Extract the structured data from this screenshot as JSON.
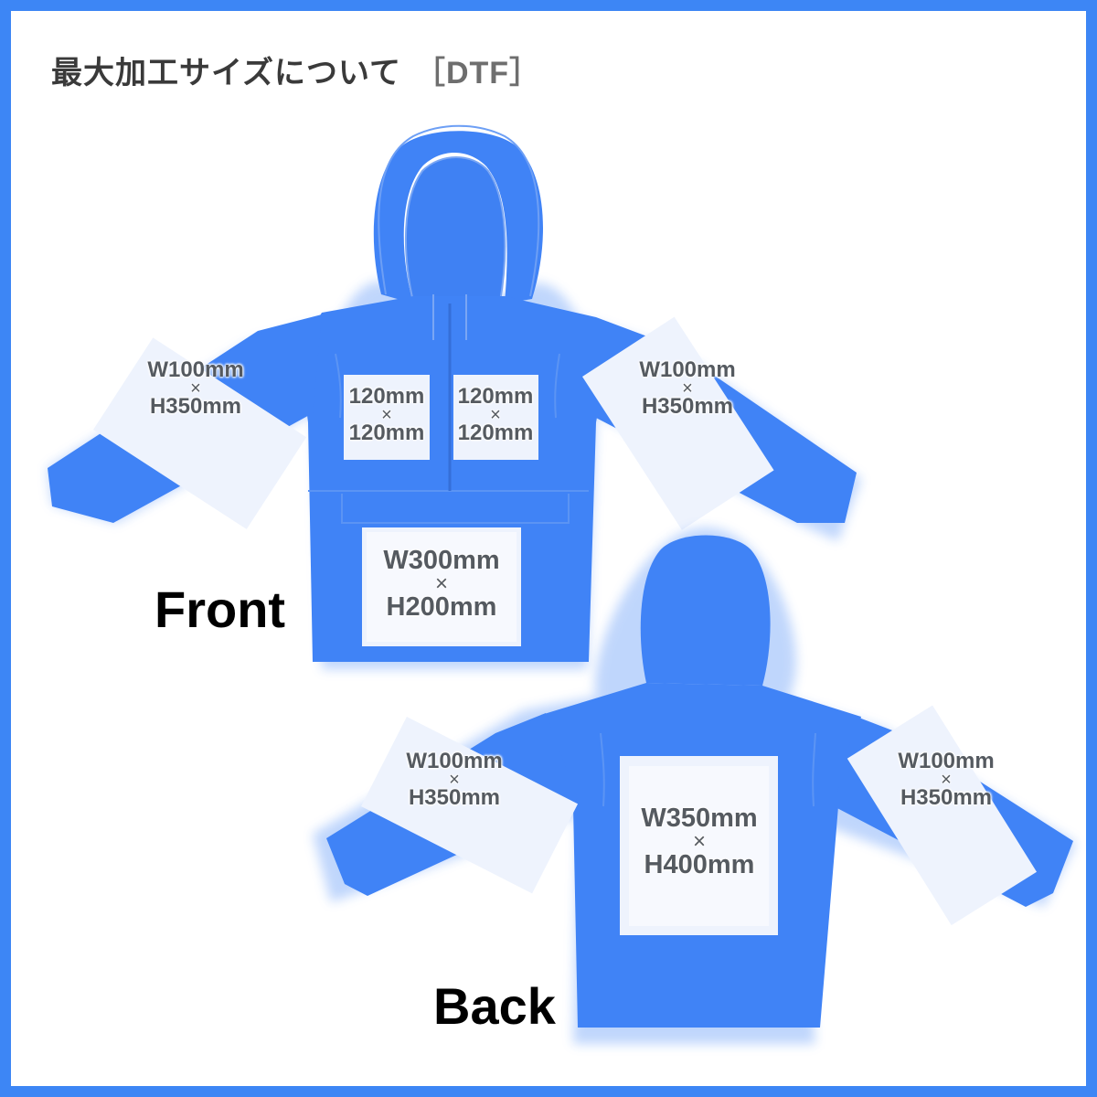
{
  "title": {
    "main": "最大加工サイズについて",
    "tag": "［DTF］"
  },
  "front": {
    "label": "Front",
    "areas": {
      "sleeve_left": {
        "w": "W100mm",
        "x": "×",
        "h": "H350mm"
      },
      "sleeve_right": {
        "w": "W100mm",
        "x": "×",
        "h": "H350mm"
      },
      "chest_left": {
        "w": "120mm",
        "x": "×",
        "h": "120mm"
      },
      "chest_right": {
        "w": "120mm",
        "x": "×",
        "h": "120mm"
      },
      "pocket": {
        "w": "W300mm",
        "x": "×",
        "h": "H200mm"
      }
    }
  },
  "back": {
    "label": "Back",
    "areas": {
      "sleeve_left": {
        "w": "W100mm",
        "x": "×",
        "h": "H350mm"
      },
      "sleeve_right": {
        "w": "W100mm",
        "x": "×",
        "h": "H350mm"
      },
      "center": {
        "w": "W350mm",
        "x": "×",
        "h": "H400mm"
      }
    }
  },
  "colors": {
    "frame": "#3d86f5",
    "garment": "#4083f6",
    "print_area": "#eef3fd"
  }
}
